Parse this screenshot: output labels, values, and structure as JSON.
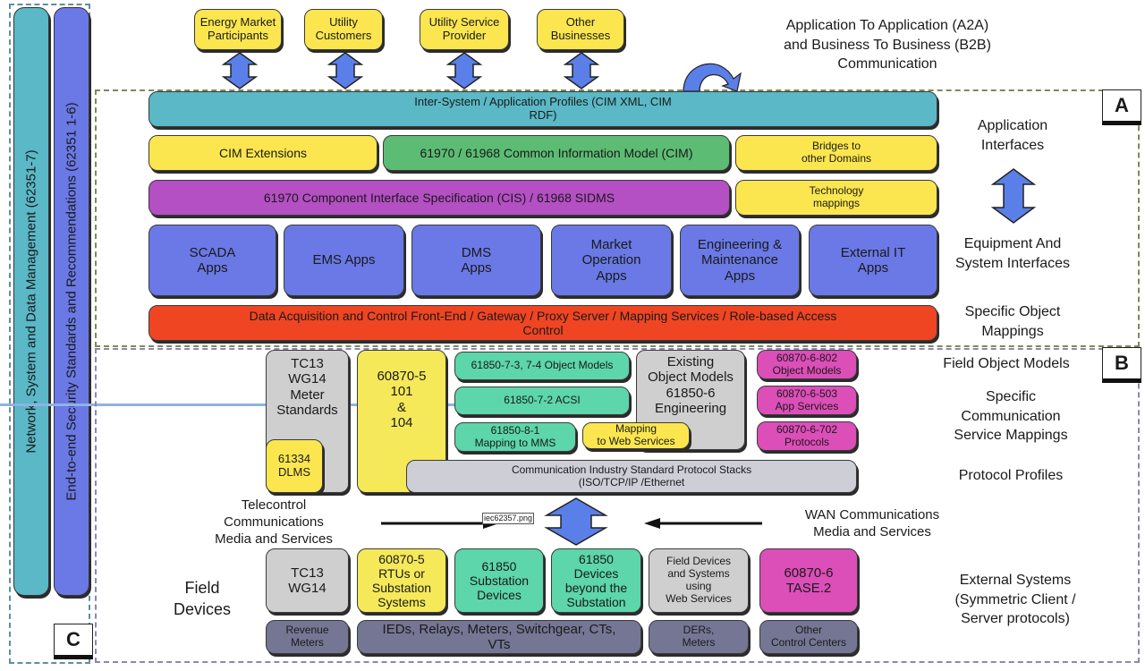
{
  "header": {
    "stakeholders": [
      "Energy Market\nParticipants",
      "Utility\nCustomers",
      "Utility Service\nProvider",
      "Other\nBusinesses"
    ],
    "a2a_title": "Application To Application (A2A)\nand Business To Business (B2B)\nCommunication"
  },
  "side_bars": {
    "network_mgmt": "Network, System and Data Management (62351-7)",
    "security": "End-to-end Security Standards and Recommendations (62351 1-6)",
    "tag": "C"
  },
  "section_a": {
    "tag": "A",
    "inter_system": "Inter-System / Application Profiles (CIM XML, CIM\nRDF)",
    "cim_extensions": "CIM Extensions",
    "cim": "61970 / 61968 Common Information Model (CIM)",
    "bridges": "Bridges to\nother Domains",
    "cis": "61970 Component Interface Specification (CIS) / 61968 SIDMS",
    "tech_mappings": "Technology\nmappings",
    "apps": [
      "SCADA\nApps",
      "EMS Apps",
      "DMS\nApps",
      "Market\nOperation\nApps",
      "Engineering &\nMaintenance\nApps",
      "External IT\nApps"
    ],
    "gateway": "Data Acquisition and Control Front-End / Gateway / Proxy Server / Mapping Services / Role-based Access\nControl",
    "right_labels": {
      "app_interfaces": "Application\nInterfaces",
      "equipment_interfaces": "Equipment And\nSystem Interfaces",
      "specific_object": "Specific Object\nMappings"
    }
  },
  "section_b": {
    "tag": "B",
    "tc13_meter": "TC13\nWG14\nMeter\nStandards",
    "dlms": "61334\nDLMS",
    "iec60870_5": "60870-5\n101\n&\n104",
    "obj_models_7374": "61850-7-3, 7-4 Object Models",
    "acsi": "61850-7-2 ACSI",
    "mms": "61850-8-1\nMapping to MMS",
    "web_mapping": "Mapping\nto Web Services",
    "existing_models": "Existing\nObject Models\n61850-6\nEngineering",
    "tase_802": "60870-6-802\nObject Models",
    "tase_503": "60870-6-503\nApp Services",
    "tase_702": "60870-6-702\nProtocols",
    "protocol_stacks": "Communication Industry Standard Protocol Stacks\n(ISO/TCP/IP /Ethernet",
    "right_labels": {
      "field_object_models": "Field Object Models",
      "comm_service_mappings": "Specific\nCommunication\nService Mappings",
      "protocol_profiles": "Protocol Profiles"
    },
    "telecontrol": "Telecontrol\nCommunications\nMedia and Services",
    "wan": "WAN Communications\nMedia and Services",
    "tooltip": "iec62357.png",
    "field_devices_label": "Field\nDevices",
    "devices": [
      "TC13\nWG14",
      "60870-5\nRTUs or\nSubstation\nSystems",
      "61850\nSubstation\nDevices",
      "61850\nDevices\nbeyond the\nSubstation",
      "Field Devices\nand Systems\nusing\nWeb Services",
      "60870-6\nTASE.2"
    ],
    "device_bases": [
      "Revenue\nMeters",
      "IEDs, Relays, Meters, Switchgear, CTs,\nVTs",
      "DERs,\nMeters",
      "Other\nControl Centers"
    ],
    "external_systems": "External Systems\n(Symmetric Client /\nServer protocols)"
  }
}
